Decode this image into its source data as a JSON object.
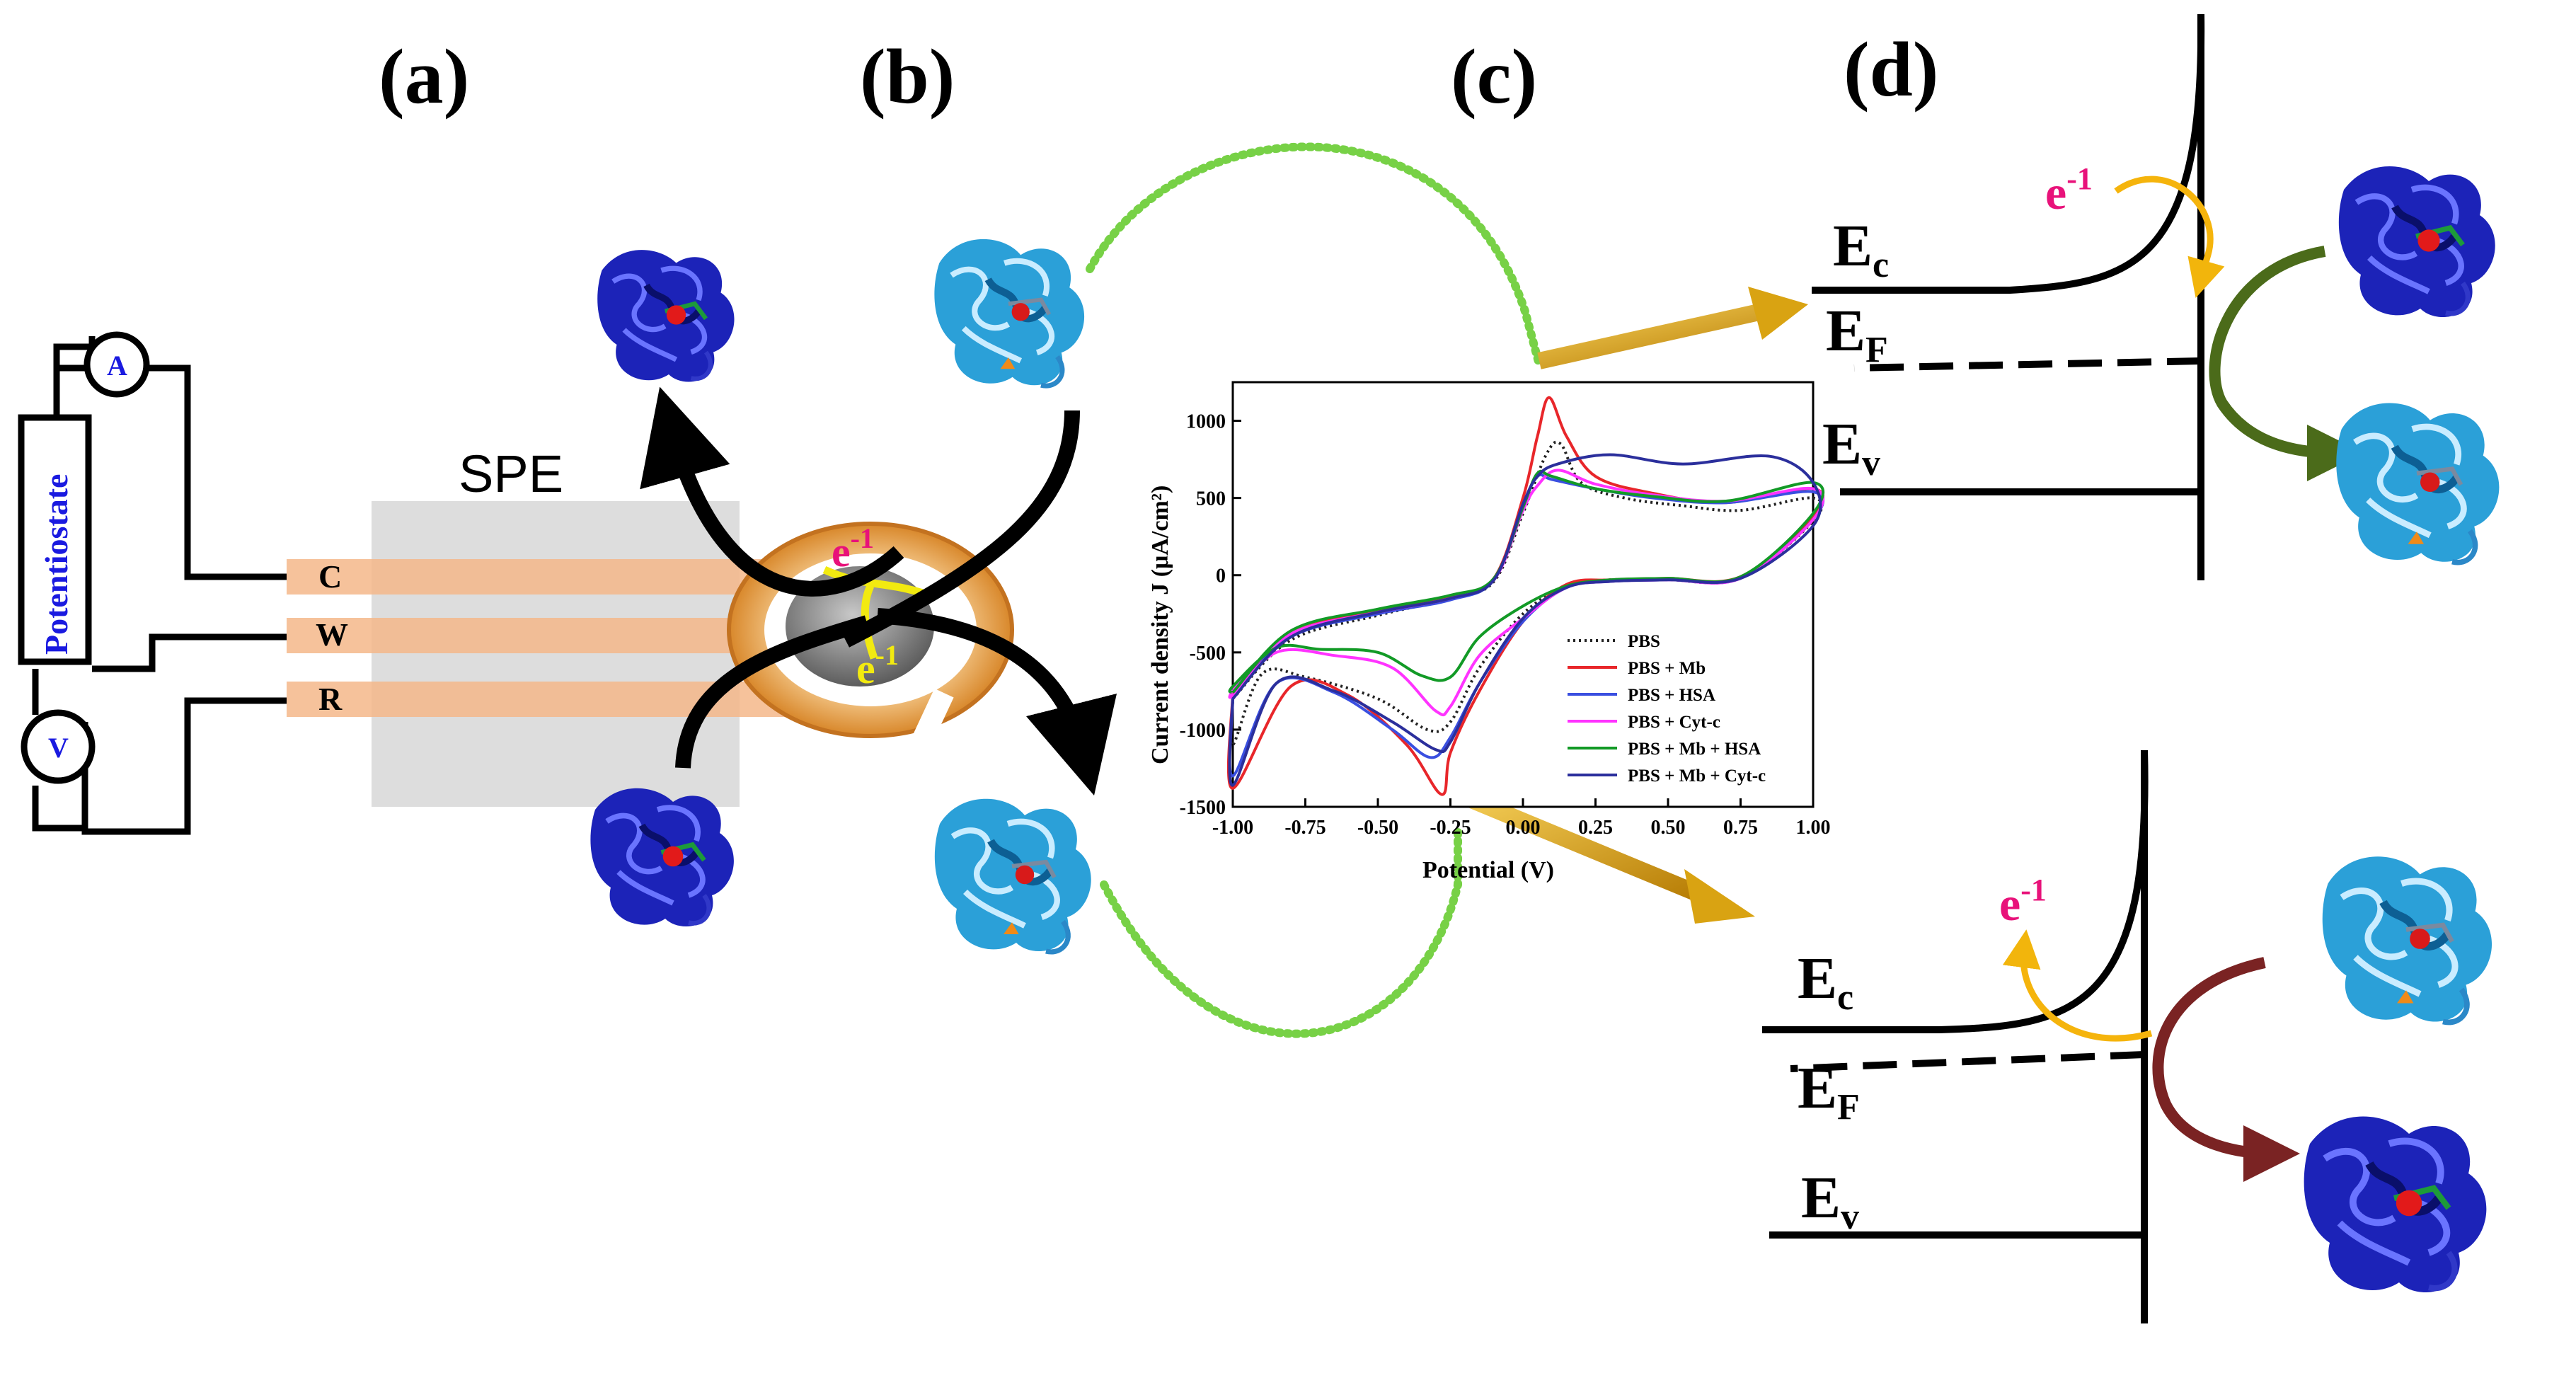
{
  "panels": {
    "a": "(a)",
    "b": "(b)",
    "c": "(c)",
    "d": "(d)"
  },
  "circuit": {
    "device": "Potentiostate",
    "ammeter": "A",
    "voltmeter": "V",
    "electrode_label": "SPE",
    "electrodes": [
      "C",
      "W",
      "R"
    ]
  },
  "electron": "e",
  "electron_exp": "-1",
  "bands": {
    "top": {
      "ec": "E",
      "ec_sub": "c",
      "ef": "E",
      "ef_sub": "F",
      "ev": "E",
      "ev_sub": "v"
    },
    "bottom": {
      "ec": "E",
      "ec_sub": "c",
      "ef": "E",
      "ef_sub": "F",
      "ev": "E",
      "ev_sub": "v"
    }
  },
  "colors": {
    "pbs": "#222222",
    "mb": "#e8262a",
    "hsa": "#3a4fe0",
    "cytc": "#ff33ff",
    "mb_hsa": "#129a26",
    "mb_cytc": "#2b2f9c",
    "green_dots": "#77d146",
    "gold_arrow": "#d9a312",
    "electron_pink": "#e8127a",
    "electron_yellow": "#f2ea10",
    "olive_arrow": "#4b6b1a",
    "brown_arrow": "#7a2323",
    "protein_dark": "#1c23b8",
    "protein_light": "#2ba0d8",
    "ring": "#e8a040"
  },
  "chart_data": {
    "type": "line",
    "xlabel": "Potential (V)",
    "ylabel": "Current density J (μA/cm²)",
    "xlim": [
      -1.0,
      1.0
    ],
    "ylim": [
      -1500,
      1250
    ],
    "x_ticks": [
      "-1.00",
      "-0.75",
      "-0.50",
      "-0.25",
      "0.00",
      "0.25",
      "0.50",
      "0.75",
      "1.00"
    ],
    "y_ticks": [
      "1000",
      "500",
      "0",
      "-500",
      "-1000",
      "-1500"
    ],
    "legend_position": "bottom-right",
    "series": [
      {
        "name": "PBS",
        "style": "dotted",
        "forward": [
          [
            -1.0,
            -800
          ],
          [
            -0.8,
            -420
          ],
          [
            -0.5,
            -260
          ],
          [
            -0.25,
            -150
          ],
          [
            -0.1,
            -40
          ],
          [
            0.0,
            400
          ],
          [
            0.08,
            780
          ],
          [
            0.13,
            850
          ],
          [
            0.2,
            600
          ],
          [
            0.35,
            500
          ],
          [
            0.55,
            450
          ],
          [
            0.75,
            420
          ],
          [
            1.0,
            500
          ]
        ],
        "reverse": [
          [
            1.0,
            350
          ],
          [
            0.75,
            -20
          ],
          [
            0.5,
            -30
          ],
          [
            0.3,
            -30
          ],
          [
            0.15,
            -70
          ],
          [
            0.0,
            -250
          ],
          [
            -0.15,
            -600
          ],
          [
            -0.25,
            -950
          ],
          [
            -0.33,
            -1000
          ],
          [
            -0.5,
            -800
          ],
          [
            -0.75,
            -660
          ],
          [
            -0.9,
            -640
          ],
          [
            -1.0,
            -1100
          ]
        ]
      },
      {
        "name": "PBS + Mb",
        "style": "solid",
        "forward": [
          [
            -1.0,
            -760
          ],
          [
            -0.8,
            -380
          ],
          [
            -0.5,
            -230
          ],
          [
            -0.25,
            -140
          ],
          [
            -0.1,
            -20
          ],
          [
            0.0,
            500
          ],
          [
            0.05,
            900
          ],
          [
            0.09,
            1150
          ],
          [
            0.15,
            900
          ],
          [
            0.25,
            640
          ],
          [
            0.45,
            530
          ],
          [
            0.7,
            470
          ],
          [
            1.0,
            560
          ]
        ],
        "reverse": [
          [
            1.0,
            380
          ],
          [
            0.75,
            -10
          ],
          [
            0.5,
            -20
          ],
          [
            0.3,
            -30
          ],
          [
            0.15,
            -60
          ],
          [
            0.0,
            -300
          ],
          [
            -0.15,
            -750
          ],
          [
            -0.25,
            -1150
          ],
          [
            -0.28,
            -1420
          ],
          [
            -0.4,
            -1100
          ],
          [
            -0.6,
            -780
          ],
          [
            -0.8,
            -720
          ],
          [
            -1.0,
            -1380
          ]
        ]
      },
      {
        "name": "PBS + HSA",
        "style": "solid",
        "forward": [
          [
            -1.0,
            -780
          ],
          [
            -0.8,
            -400
          ],
          [
            -0.5,
            -250
          ],
          [
            -0.25,
            -160
          ],
          [
            -0.1,
            -30
          ],
          [
            0.0,
            450
          ],
          [
            0.05,
            640
          ],
          [
            0.1,
            620
          ],
          [
            0.25,
            560
          ],
          [
            0.45,
            500
          ],
          [
            0.7,
            470
          ],
          [
            1.0,
            540
          ]
        ],
        "reverse": [
          [
            1.0,
            360
          ],
          [
            0.75,
            -20
          ],
          [
            0.5,
            -30
          ],
          [
            0.3,
            -40
          ],
          [
            0.15,
            -80
          ],
          [
            0.0,
            -300
          ],
          [
            -0.15,
            -700
          ],
          [
            -0.25,
            -1050
          ],
          [
            -0.32,
            -1180
          ],
          [
            -0.45,
            -1000
          ],
          [
            -0.65,
            -760
          ],
          [
            -0.85,
            -700
          ],
          [
            -1.0,
            -1300
          ]
        ]
      },
      {
        "name": "PBS + Cyt-c",
        "style": "solid",
        "forward": [
          [
            -1.0,
            -740
          ],
          [
            -0.8,
            -380
          ],
          [
            -0.5,
            -240
          ],
          [
            -0.25,
            -150
          ],
          [
            -0.1,
            -30
          ],
          [
            0.0,
            420
          ],
          [
            0.05,
            580
          ],
          [
            0.12,
            680
          ],
          [
            0.25,
            590
          ],
          [
            0.45,
            520
          ],
          [
            0.7,
            480
          ],
          [
            1.0,
            560
          ]
        ],
        "reverse": [
          [
            1.0,
            360
          ],
          [
            0.75,
            -20
          ],
          [
            0.5,
            -30
          ],
          [
            0.3,
            -40
          ],
          [
            0.15,
            -80
          ],
          [
            0.0,
            -280
          ],
          [
            -0.15,
            -520
          ],
          [
            -0.25,
            -850
          ],
          [
            -0.3,
            -880
          ],
          [
            -0.45,
            -600
          ],
          [
            -0.65,
            -520
          ],
          [
            -0.85,
            -500
          ],
          [
            -1.0,
            -780
          ]
        ]
      },
      {
        "name": "PBS + Mb + HSA",
        "style": "solid",
        "forward": [
          [
            -1.0,
            -760
          ],
          [
            -0.8,
            -360
          ],
          [
            -0.5,
            -220
          ],
          [
            -0.25,
            -130
          ],
          [
            -0.1,
            -20
          ],
          [
            0.0,
            440
          ],
          [
            0.05,
            660
          ],
          [
            0.1,
            640
          ],
          [
            0.25,
            560
          ],
          [
            0.45,
            510
          ],
          [
            0.7,
            480
          ],
          [
            1.0,
            600
          ]
        ],
        "reverse": [
          [
            1.0,
            400
          ],
          [
            0.75,
            -10
          ],
          [
            0.5,
            -20
          ],
          [
            0.3,
            -30
          ],
          [
            0.15,
            -70
          ],
          [
            0.0,
            -200
          ],
          [
            -0.15,
            -400
          ],
          [
            -0.25,
            -660
          ],
          [
            -0.35,
            -650
          ],
          [
            -0.5,
            -500
          ],
          [
            -0.7,
            -480
          ],
          [
            -0.85,
            -470
          ],
          [
            -1.0,
            -720
          ]
        ]
      },
      {
        "name": "PBS + Mb + Cyt-c",
        "style": "solid",
        "forward": [
          [
            -1.0,
            -800
          ],
          [
            -0.8,
            -400
          ],
          [
            -0.5,
            -240
          ],
          [
            -0.25,
            -150
          ],
          [
            -0.1,
            -30
          ],
          [
            0.0,
            460
          ],
          [
            0.05,
            640
          ],
          [
            0.12,
            720
          ],
          [
            0.3,
            780
          ],
          [
            0.55,
            720
          ],
          [
            0.85,
            770
          ],
          [
            1.0,
            600
          ]
        ],
        "reverse": [
          [
            1.0,
            320
          ],
          [
            0.75,
            -20
          ],
          [
            0.5,
            -30
          ],
          [
            0.3,
            -40
          ],
          [
            0.15,
            -80
          ],
          [
            0.0,
            -280
          ],
          [
            -0.15,
            -700
          ],
          [
            -0.25,
            -1080
          ],
          [
            -0.3,
            -1130
          ],
          [
            -0.45,
            -950
          ],
          [
            -0.65,
            -750
          ],
          [
            -0.85,
            -700
          ],
          [
            -1.0,
            -1360
          ]
        ]
      }
    ]
  }
}
